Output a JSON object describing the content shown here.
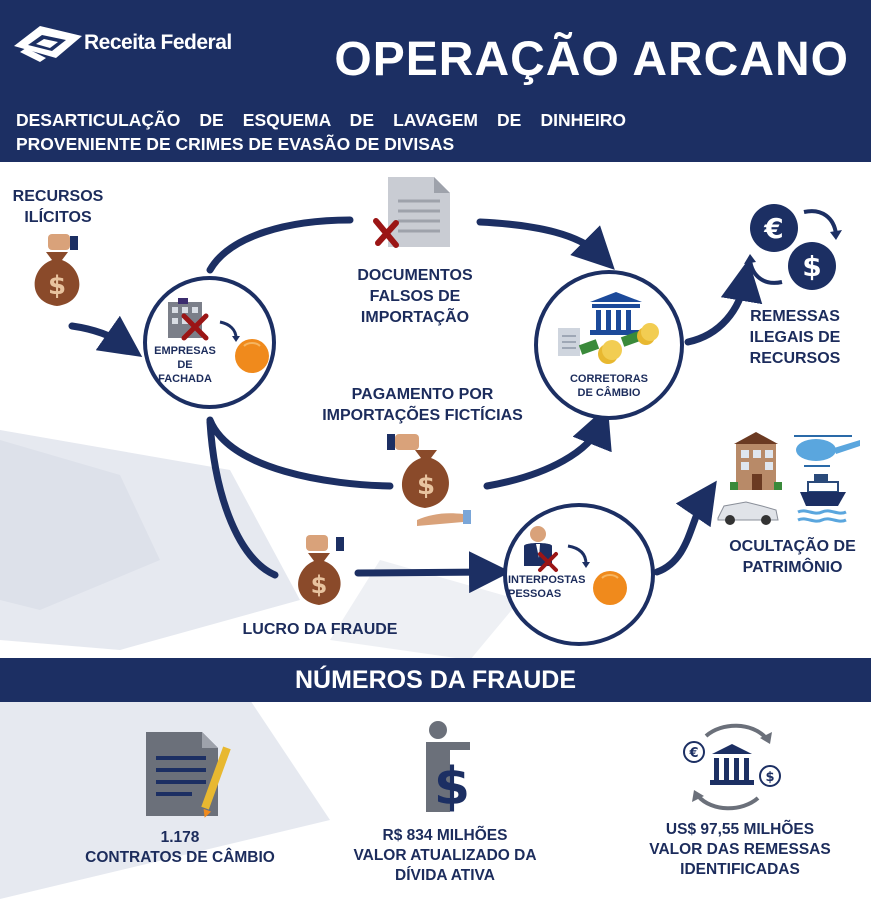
{
  "header": {
    "logo_text": "Receita Federal",
    "title": "OPERAÇÃO ARCANO",
    "subtitle_line1": "DESARTICULAÇÃO DE ESQUEMA DE LAVAGEM DE DINHEIRO",
    "subtitle_line2": "PROVENIENTE DE CRIMES DE EVASÃO DE DIVISAS"
  },
  "flow": {
    "recursos_line1": "RECURSOS",
    "recursos_line2": "ILÍCITOS",
    "documentos_line1": "DOCUMENTOS",
    "documentos_line2": "FALSOS DE",
    "documentos_line3": "IMPORTAÇÃO",
    "pagamento_line1": "PAGAMENTO POR",
    "pagamento_line2": "IMPORTAÇÕES FICTÍCIAS",
    "lucro": "LUCRO DA FRAUDE",
    "remessas_line1": "REMESSAS",
    "remessas_line2": "ILEGAIS DE",
    "remessas_line3": "RECURSOS",
    "ocultacao_line1": "OCULTAÇÃO DE",
    "ocultacao_line2": "PATRIMÔNIO"
  },
  "nodes": {
    "empresas_line1": "EMPRESAS",
    "empresas_line2": "DE",
    "empresas_line3": "FACHADA",
    "corretoras_line1": "CORRETORAS",
    "corretoras_line2": "DE CÂMBIO",
    "interpostas_line1": "INTERPOSTAS",
    "interpostas_line2": "PESSOAS"
  },
  "numbers": {
    "title": "NÚMEROS DA FRAUDE",
    "stat1_value": "1.178",
    "stat1_label": "CONTRATOS DE CÂMBIO",
    "stat2_value": "R$ 834 MILHÕES",
    "stat2_label1": "VALOR ATUALIZADO DA",
    "stat2_label2": "DÍVIDA ATIVA",
    "stat3_value": "US$ 97,55 MILHÕES",
    "stat3_label1": "VALOR DAS REMESSAS",
    "stat3_label2": "IDENTIFICADAS"
  },
  "colors": {
    "navy": "#1c2f63",
    "bag_brown": "#8a4a2a",
    "orange": "#f08a1c",
    "red_x": "#b01c1c",
    "gold": "#e8b830"
  },
  "icons": [
    "receita-logo-icon",
    "document-icon",
    "money-bag-icon",
    "building-icon",
    "orange-icon",
    "bank-icon",
    "coins-icon",
    "currency-exchange-icon",
    "house-icon",
    "helicopter-icon",
    "car-icon",
    "ship-icon",
    "businessman-icon",
    "contract-pen-icon",
    "dollar-hand-icon",
    "bank-cycle-icon"
  ]
}
